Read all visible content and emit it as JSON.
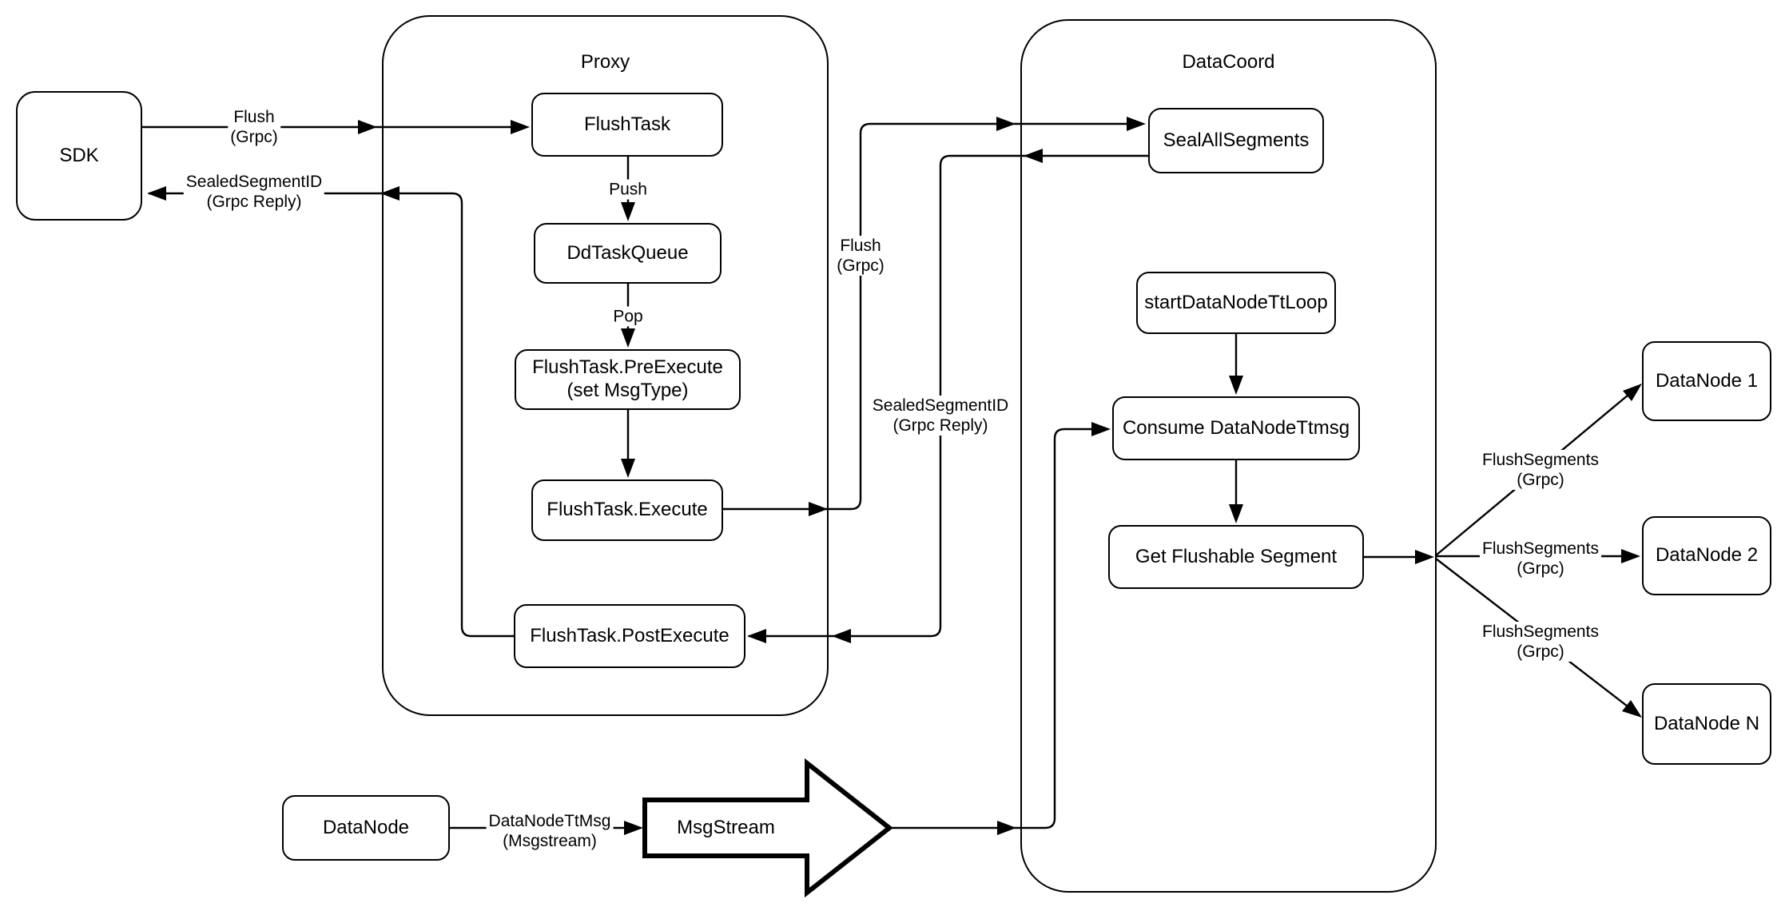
{
  "colors": {
    "stroke": "#000000",
    "background": "#ffffff"
  },
  "containers": {
    "proxy": {
      "title": "Proxy"
    },
    "datacoord": {
      "title": "DataCoord"
    }
  },
  "nodes": {
    "sdk": {
      "label": "SDK"
    },
    "flush_task": {
      "label": "FlushTask"
    },
    "dd_task_queue": {
      "label": "DdTaskQueue"
    },
    "pre_execute": {
      "line1": "FlushTask.PreExecute",
      "line2": "(set MsgType)"
    },
    "execute": {
      "label": "FlushTask.Execute"
    },
    "post_execute": {
      "label": "FlushTask.PostExecute"
    },
    "seal_all": {
      "label": "SealAllSegments"
    },
    "start_loop": {
      "label": "startDataNodeTtLoop"
    },
    "consume": {
      "label": "Consume DataNodeTtmsg"
    },
    "get_flushable": {
      "label": "Get Flushable Segment"
    },
    "datanode1": {
      "label": "DataNode 1"
    },
    "datanode2": {
      "label": "DataNode 2"
    },
    "datanoden": {
      "label": "DataNode N"
    },
    "datanode_src": {
      "label": "DataNode"
    },
    "msgstream": {
      "label": "MsgStream"
    }
  },
  "edge_labels": {
    "flush_sdk": {
      "line1": "Flush",
      "line2": "(Grpc)"
    },
    "sealed_sdk": {
      "line1": "SealedSegmentID",
      "line2": "(Grpc Reply)"
    },
    "push": {
      "text": "Push"
    },
    "pop": {
      "text": "Pop"
    },
    "flush_mid": {
      "line1": "Flush",
      "line2": "(Grpc)"
    },
    "sealed_mid": {
      "line1": "SealedSegmentID",
      "line2": "(Grpc Reply)"
    },
    "flush_segments_1": {
      "line1": "FlushSegments",
      "line2": "(Grpc)"
    },
    "flush_segments_2": {
      "line1": "FlushSegments",
      "line2": "(Grpc)"
    },
    "flush_segments_3": {
      "line1": "FlushSegments",
      "line2": "(Grpc)"
    },
    "datanode_ttmsg": {
      "line1": "DataNodeTtMsg",
      "line2": "(Msgstream)"
    }
  }
}
